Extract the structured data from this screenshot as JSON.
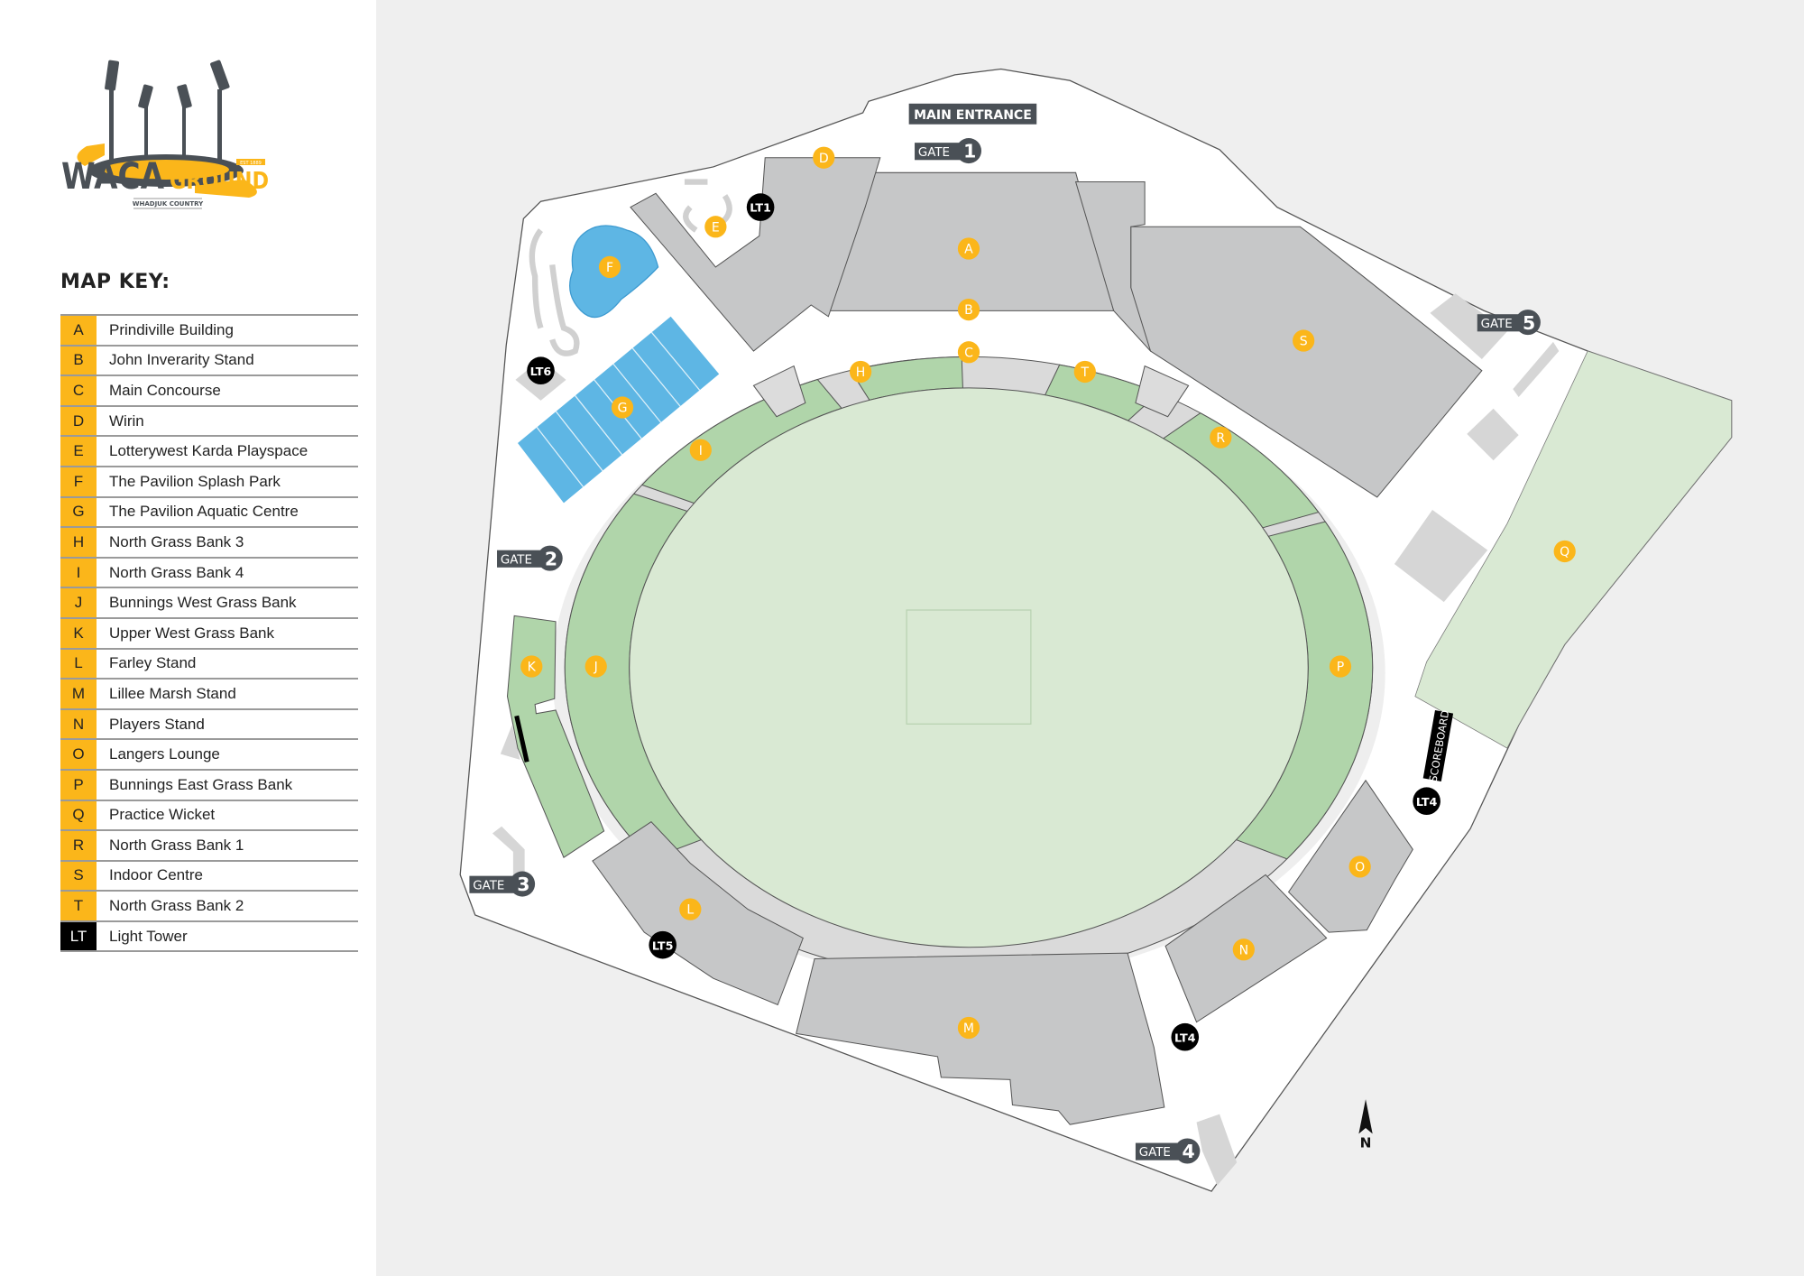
{
  "logo": {
    "name_left": "WACA",
    "name_right": "GROUND",
    "est": "EST 1889",
    "tagline": "WHADJUK COUNTRY"
  },
  "legend": {
    "title": "MAP KEY:",
    "items": [
      {
        "key": "A",
        "label": "Prindiville Building"
      },
      {
        "key": "B",
        "label": "John Inverarity Stand"
      },
      {
        "key": "C",
        "label": "Main Concourse"
      },
      {
        "key": "D",
        "label": "Wirin"
      },
      {
        "key": "E",
        "label": "Lotterywest Karda Playspace"
      },
      {
        "key": "F",
        "label": "The Pavilion Splash Park"
      },
      {
        "key": "G",
        "label": "The Pavilion Aquatic Centre"
      },
      {
        "key": "H",
        "label": "North Grass Bank 3"
      },
      {
        "key": "I",
        "label": "North Grass Bank 4"
      },
      {
        "key": "J",
        "label": "Bunnings West Grass Bank"
      },
      {
        "key": "K",
        "label": "Upper West Grass Bank"
      },
      {
        "key": "L",
        "label": "Farley Stand"
      },
      {
        "key": "M",
        "label": "Lillee Marsh Stand"
      },
      {
        "key": "N",
        "label": "Players Stand"
      },
      {
        "key": "O",
        "label": "Langers Lounge"
      },
      {
        "key": "P",
        "label": "Bunnings East Grass Bank"
      },
      {
        "key": "Q",
        "label": "Practice Wicket"
      },
      {
        "key": "R",
        "label": "North Grass Bank 1"
      },
      {
        "key": "S",
        "label": "Indoor Centre"
      },
      {
        "key": "T",
        "label": "North Grass Bank 2"
      },
      {
        "key": "LT",
        "label": "Light Tower"
      }
    ]
  },
  "map": {
    "main_entrance": "MAIN ENTRANCE",
    "gate_word": "GATE",
    "gates": [
      "1",
      "2",
      "3",
      "4",
      "5"
    ],
    "scoreboard": "SCOREBOARD",
    "north": "N",
    "markers": [
      "A",
      "B",
      "C",
      "D",
      "E",
      "F",
      "G",
      "H",
      "I",
      "J",
      "K",
      "L",
      "M",
      "N",
      "O",
      "P",
      "Q",
      "R",
      "S",
      "T",
      "LT1",
      "LT6",
      "LT5",
      "LT4",
      "LT4"
    ]
  },
  "colors": {
    "accent": "#fbb61a",
    "dark": "#4a5056",
    "building": "#c6c7c8",
    "grass": "#b0d5aa",
    "field": "#d9e9d3",
    "water": "#5eb6e4",
    "background": "#efefef"
  }
}
